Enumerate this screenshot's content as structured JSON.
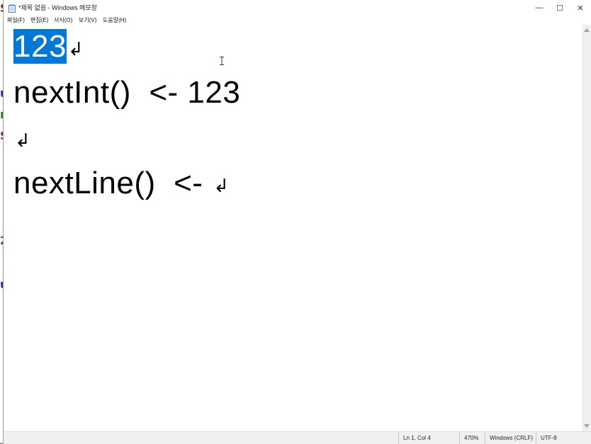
{
  "window": {
    "title": "*제목 없음 - Windows 메모장"
  },
  "title_controls": {
    "minimize": "—",
    "maximize": "☐",
    "close": "✕"
  },
  "menu": [
    "파일(F)",
    "편집(E)",
    "서식(O)",
    "보기(V)",
    "도움말(H)"
  ],
  "editor": {
    "lines": [
      {
        "selected": "123",
        "text": "",
        "return_mark": "↲"
      },
      {
        "selected": "",
        "text": "nextInt()  <- 123",
        "return_mark": ""
      },
      {
        "selected": "",
        "text": "",
        "return_mark": "↲"
      },
      {
        "selected": "",
        "text": "nextLine()  <- ",
        "return_mark": "↲"
      }
    ],
    "cursor_icon": "text-ibeam-icon",
    "selection_color": "#0078d7"
  },
  "status": {
    "position": "Ln 1, Col 4",
    "zoom": "470%",
    "line_ending": "Windows (CRLF)",
    "encoding": "UTF-8"
  }
}
